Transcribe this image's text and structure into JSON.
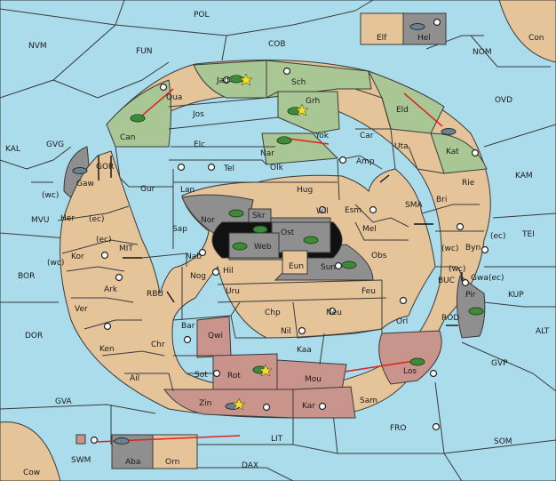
{
  "colors": {
    "sea": "#aadcec",
    "land": "#e6c49a",
    "green_power": "#a9c794",
    "gray_power": "#8f8f8f",
    "rose_power": "#c9948c",
    "order_arrow": "#e0201c",
    "unit": "#3f8a3a"
  },
  "sea_labels": {
    "pol": "POL",
    "nvm": "NVM",
    "fun": "FUN",
    "cob": "COB",
    "nom": "NOM",
    "con": "Con",
    "ovd": "OVD",
    "kal": "KAL",
    "gvg": "GVG",
    "gor": "GOR",
    "mvu": "MVU",
    "mit": "MIT",
    "bor": "BOR",
    "rbu": "RBU",
    "dor": "DOR",
    "gva": "GVA",
    "sma": "SMA",
    "kam": "KAM",
    "tei": "TEI",
    "buc": "BUC",
    "kup": "KUP",
    "rod": "ROD",
    "alt": "ALT",
    "gvp": "GVP",
    "fro": "FRO",
    "som": "SOM",
    "lit": "LIT",
    "dax": "DAX",
    "swm": "SWM",
    "cow": "Cow"
  },
  "land_labels": {
    "elf": "Elf",
    "hel": "Hel",
    "jad": "Jad",
    "sch": "Sch",
    "qua": "Qua",
    "jos": "Jos",
    "grh": "Grh",
    "can": "Can",
    "eld": "Eld",
    "yok": "Yok",
    "nar": "Nar",
    "car": "Car",
    "elc": "Elc",
    "uta": "Uta",
    "kat": "Kat",
    "olk": "Olk",
    "amp": "Amp",
    "gaw": "Gaw",
    "gur": "Gur",
    "tel": "Tel",
    "lan": "Lan",
    "hug": "Hug",
    "rie": "Rie",
    "bri": "Bri",
    "wil": "Wil",
    "esm": "Esm",
    "nor": "Nor",
    "skr": "Skr",
    "her": "Her",
    "sap": "Sap",
    "ost": "Ost",
    "mel": "Mel",
    "web": "Web",
    "byn": "Byn",
    "kor": "Kor",
    "nab": "Nab",
    "eun": "Eun",
    "sun": "Sun",
    "obs": "Obs",
    "gwa": "Gwa",
    "hil": "Hil",
    "nog": "Nog",
    "ark": "Ark",
    "uru": "Uru",
    "feu": "Feu",
    "pir": "Pir",
    "ver": "Ver",
    "chp": "Chp",
    "neu": "Neu",
    "orl": "Orl",
    "bar": "Bar",
    "qwi": "Qwi",
    "nil": "Nil",
    "ken": "Ken",
    "chr": "Chr",
    "kaa": "Kaa",
    "los": "Los",
    "rot": "Rot",
    "ail": "Ail",
    "sot": "Sot",
    "mou": "Mou",
    "zin": "Zin",
    "kar": "Kar",
    "sam": "Sam",
    "aba": "Aba",
    "orn": "Orn"
  },
  "coast_labels": {
    "wc": "(wc)",
    "ec": "(ec)"
  },
  "units": [
    {
      "type": "army",
      "province": "Jad",
      "power": "green",
      "dislodged": true
    },
    {
      "type": "army",
      "province": "Grh",
      "power": "green",
      "dislodged": true
    },
    {
      "type": "army",
      "province": "Can",
      "power": "green"
    },
    {
      "type": "army",
      "province": "Nar",
      "power": "green"
    },
    {
      "type": "fleet",
      "province": "Kat",
      "power": "green"
    },
    {
      "type": "fleet",
      "province": "Hel",
      "power": "gray"
    },
    {
      "type": "fleet",
      "province": "Gaw",
      "power": "gray"
    },
    {
      "type": "army",
      "province": "Nor",
      "power": "gray"
    },
    {
      "type": "army",
      "province": "Skr",
      "power": "gray"
    },
    {
      "type": "army",
      "province": "Ost",
      "power": "gray"
    },
    {
      "type": "army",
      "province": "Web",
      "power": "gray"
    },
    {
      "type": "army",
      "province": "Sun",
      "power": "gray"
    },
    {
      "type": "army",
      "province": "Pir",
      "power": "gray"
    },
    {
      "type": "army",
      "province": "Rot",
      "power": "rose",
      "dislodged": true
    },
    {
      "type": "fleet",
      "province": "Zin",
      "power": "rose",
      "dislodged": true
    },
    {
      "type": "army",
      "province": "Los",
      "power": "rose"
    },
    {
      "type": "fleet",
      "province": "Aba",
      "power": "rose"
    }
  ]
}
